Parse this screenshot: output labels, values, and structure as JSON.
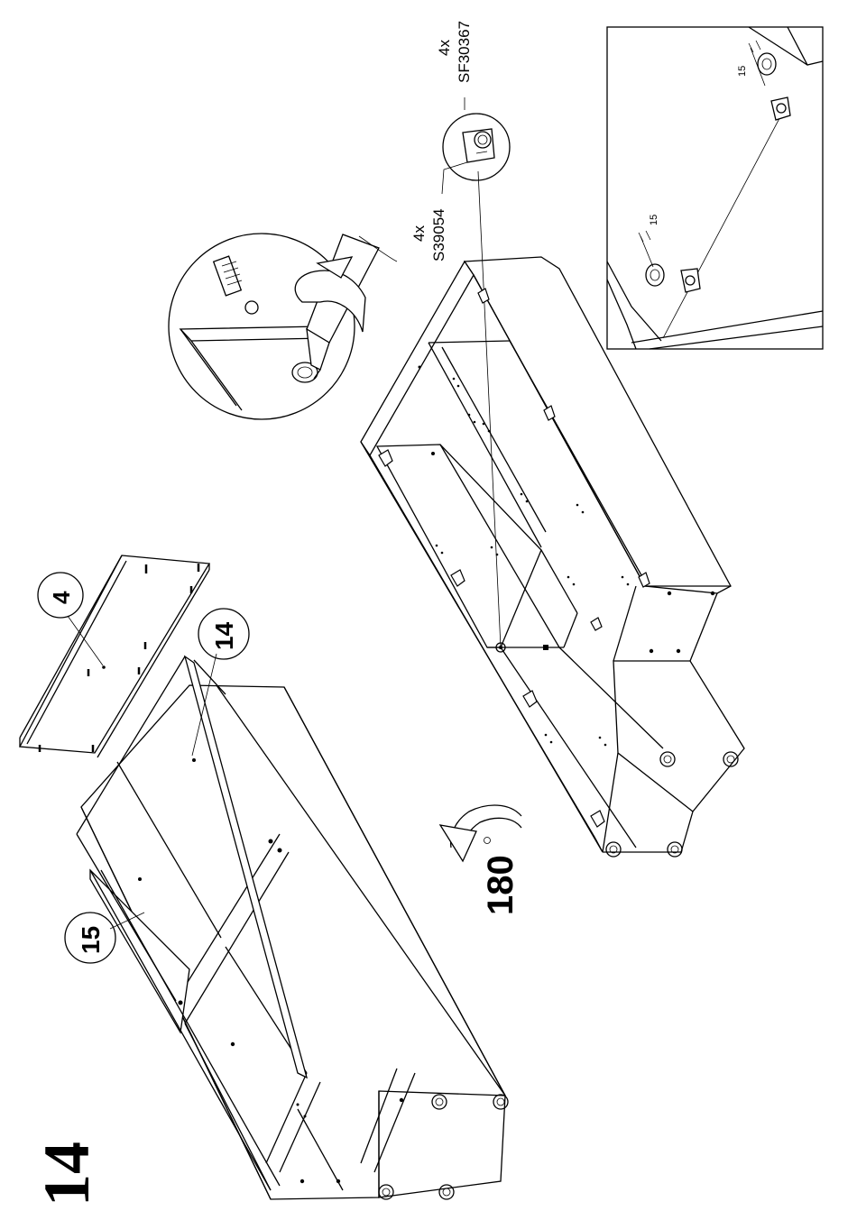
{
  "step": {
    "number": "14"
  },
  "parts": {
    "panel_4": "4",
    "panel_14": "14",
    "panel_15": "15"
  },
  "rotation": {
    "angle": "180",
    "degree_symbol": "°"
  },
  "hardware": {
    "cam_lock": {
      "qty": "4x",
      "code": "SF30367"
    },
    "cam_bolt": {
      "qty": "4x",
      "code": "S39054"
    }
  },
  "detail": {
    "dimension_top": "15",
    "dimension_bottom": "15"
  }
}
